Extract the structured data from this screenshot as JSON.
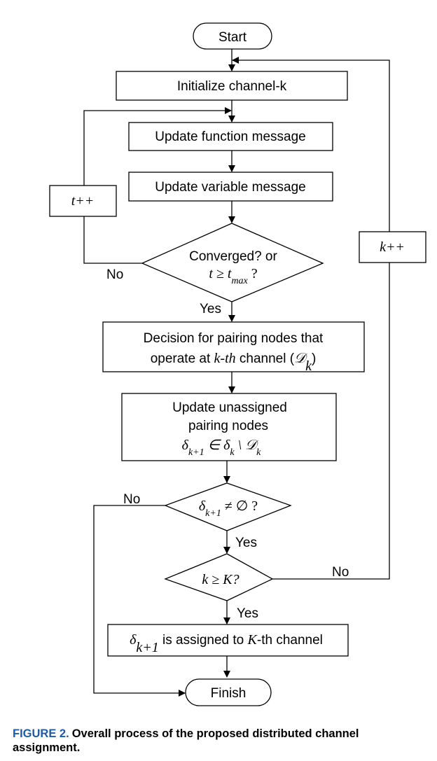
{
  "nodes": {
    "start": "Start",
    "init": "Initialize channel-k",
    "update_function": "Update function message",
    "update_variable": "Update variable message",
    "converged": {
      "line1": "Converged? or",
      "cond": "t ≥ t",
      "sub": "max",
      "qmark": " ?"
    },
    "decision": {
      "line1": "Decision for pairing nodes that",
      "pre": "operate at ",
      "kth": "k-th",
      "mid": " channel (",
      "D": "𝒟",
      "sub": "k",
      "close": ")"
    },
    "update_unassigned": {
      "line1": "Update unassigned",
      "line2": "pairing nodes",
      "d1": "δ",
      "s1": "k+1",
      "in": " ∈ δ",
      "s2": "k",
      "diff": " \\ 𝒟",
      "s3": "k"
    },
    "nonempty": {
      "d": "δ",
      "sub": "k+1",
      "rest": " ≠ ∅ ?"
    },
    "kcheck": "k ≥ K?",
    "assigned": {
      "d": "δ",
      "sub": "k+1",
      "pre": " is assigned to ",
      "K": "K",
      "post": "-th channel"
    },
    "finish": "Finish"
  },
  "counters": {
    "t": "t++",
    "k": "k++"
  },
  "edge_labels": {
    "no_converged": "No",
    "yes_converged": "Yes",
    "no_nonempty": "No",
    "yes_nonempty": "Yes",
    "no_kcheck": "No",
    "yes_kcheck": "Yes"
  },
  "caption": {
    "label": "FIGURE 2.",
    "text": "Overall process of the proposed distributed channel assignment."
  }
}
